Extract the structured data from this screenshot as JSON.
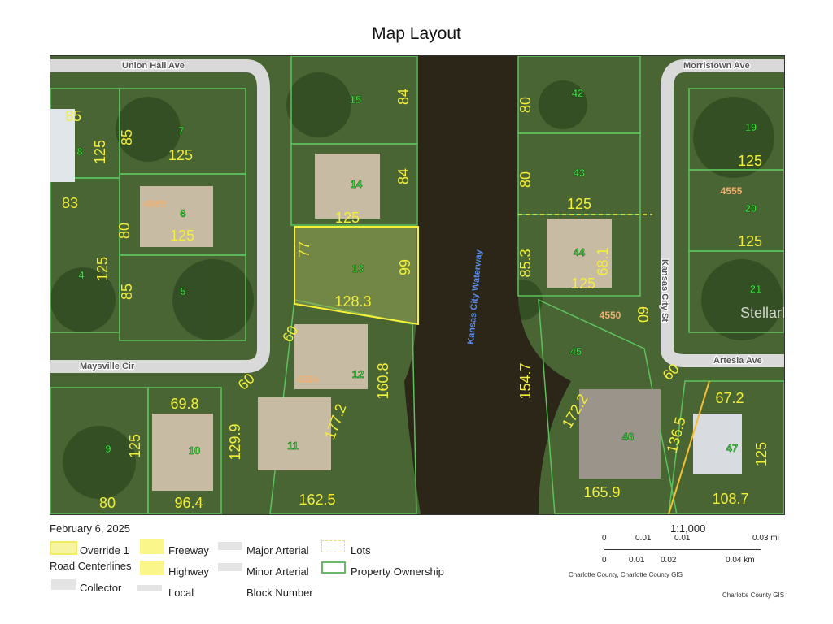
{
  "title": "Map Layout",
  "date": "February 6, 2025",
  "legend": {
    "override": "Override 1",
    "road_centerlines": "Road Centerlines",
    "collector": "Collector",
    "freeway": "Freeway",
    "highway": "Highway",
    "local": "Local",
    "major_arterial": "Major Arterial",
    "minor_arterial": "Minor Arterial",
    "block_number": "Block Number",
    "lots": "Lots",
    "property_ownership": "Property Ownership"
  },
  "scale": {
    "ratio": "1:1,000",
    "mi_ticks": [
      "0",
      "0.01",
      "0.01",
      "0.03 mi"
    ],
    "km_ticks": [
      "0",
      "0.01",
      "0.02",
      "0.04 km"
    ],
    "attribution": "Charlotte County, Charlotte County GIS",
    "credit": "Charlotte County GIS"
  },
  "map": {
    "roads": [
      "Union Hall Ave",
      "Morristown Ave",
      "Maysville Cir",
      "Kansas City St",
      "Artesia Ave"
    ],
    "waterway": "Kansas City Waterway",
    "watermark": "StellarMLS",
    "lots": [
      "8",
      "7",
      "6",
      "4",
      "5",
      "15",
      "14",
      "13",
      "12",
      "9",
      "10",
      "11",
      "42",
      "43",
      "44",
      "45",
      "46",
      "19",
      "20",
      "21",
      "47"
    ],
    "dimensions": [
      "125",
      "85",
      "125",
      "83",
      "80",
      "125",
      "85",
      "125",
      "85",
      "84",
      "84",
      "125",
      "77",
      "99",
      "128.3",
      "60",
      "60",
      "160.8",
      "177.2",
      "69.8",
      "125",
      "129.9",
      "80",
      "96.4",
      "162.5",
      "80",
      "80",
      "125",
      "85.3",
      "68.1",
      "125",
      "60",
      "154.7",
      "172.2",
      "60",
      "67.2",
      "136.5",
      "165.9",
      "125",
      "125",
      "125",
      "108.7"
    ],
    "block_numbers": [
      "4565",
      "4564",
      "4555",
      "4550"
    ],
    "colors": {
      "highlight": "#f5f03a",
      "parcel": "#5cc35c",
      "road": "#d9d9d9",
      "water": "#2b2618"
    }
  }
}
